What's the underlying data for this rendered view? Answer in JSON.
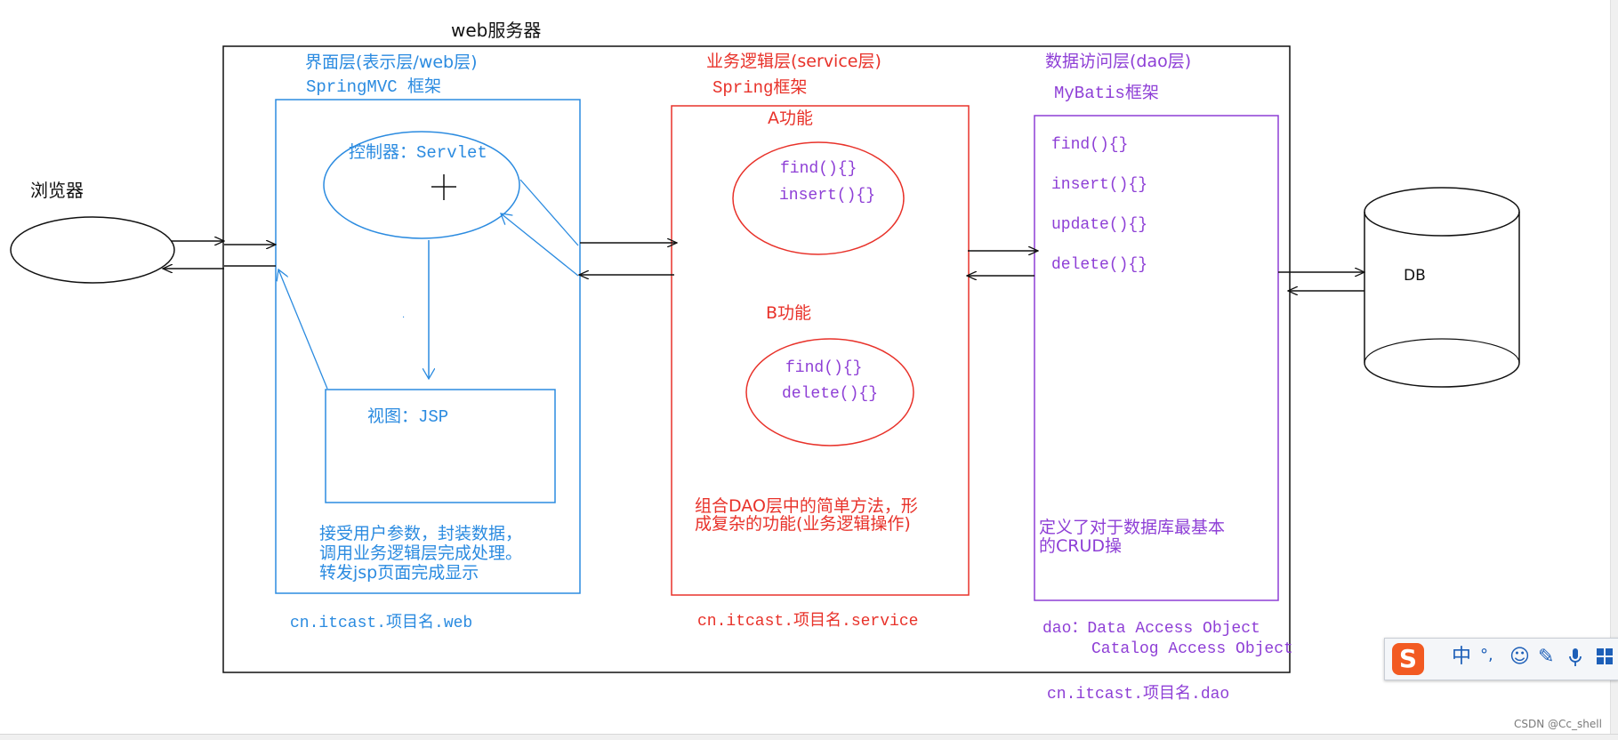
{
  "title": "web服务器",
  "browser": {
    "label": "浏览器"
  },
  "web_layer": {
    "heading": "界面层(表示层/web层)",
    "framework": "SpringMVC 框架",
    "controller": "控制器：Servlet",
    "view": "视图：JSP",
    "desc": [
      "接受用户参数，封装数据，",
      "调用业务逻辑层完成处理。",
      "转发jsp页面完成显示"
    ],
    "package": "cn.itcast.项目名.web"
  },
  "service_layer": {
    "heading": "业务逻辑层(service层)",
    "framework": "Spring框架",
    "func_a": {
      "label": "A功能",
      "methods": [
        "find(){}",
        "insert(){}"
      ]
    },
    "func_b": {
      "label": "B功能",
      "methods": [
        "find(){}",
        "delete(){}"
      ]
    },
    "desc": [
      "组合DAO层中的简单方法，形",
      "成复杂的功能(业务逻辑操作)"
    ],
    "package": "cn.itcast.项目名.service"
  },
  "dao_layer": {
    "heading": "数据访问层(dao层)",
    "framework": "MyBatis框架",
    "methods": [
      "find(){}",
      "insert(){}",
      "update(){}",
      "delete(){}"
    ],
    "desc": [
      "定义了对于数据库最基本",
      "的CRUD操"
    ],
    "dao_note": [
      "dao：Data Access Object",
      "Catalog Access Object"
    ],
    "package": "cn.itcast.项目名.dao"
  },
  "db": {
    "label": "DB"
  },
  "ime_toolbar": {
    "lang": "中",
    "punct": "°,",
    "icons": [
      "smiley-icon",
      "pen-icon",
      "mic-icon",
      "grid-icon"
    ]
  },
  "watermark": "CSDN @Cc_shell",
  "colors": {
    "blue": "#2b8be0",
    "red": "#e8322a",
    "purple": "#8e3fd6",
    "black": "#111111"
  }
}
